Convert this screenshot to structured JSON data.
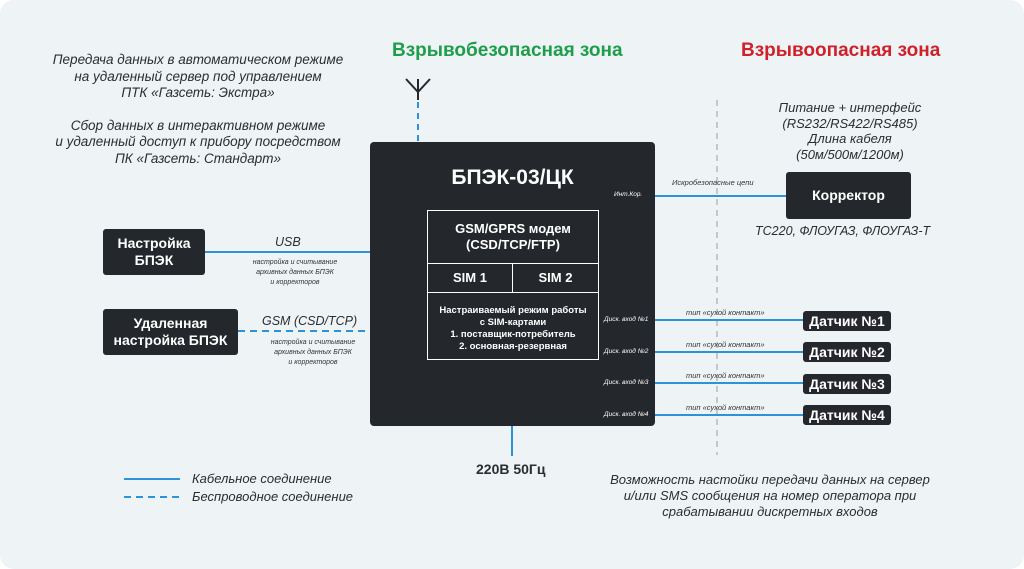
{
  "colors": {
    "safe_zone": "#1e9e4a",
    "hazard_zone": "#d0212a",
    "line": "#2b93d6",
    "box": "#24272c",
    "divider": "#c4c8cc"
  },
  "top_left_text": {
    "lines": [
      "Передача данных в автоматическом режиме",
      "на удаленный сервер под управлением",
      "ПТК «Газсеть: Экстра»",
      "",
      "Сбор данных в интерактивном режиме",
      "и удаленный доступ к прибору посредством",
      "ПК «Газсеть: Стандарт»"
    ]
  },
  "zones": {
    "safe": "Взрывобезопасная зона",
    "hazard": "Взрывоопасная зона"
  },
  "main_unit": {
    "title": "БПЭК-03/ЦК",
    "modem": {
      "title_line1": "GSM/GPRS модем",
      "title_line2": "(CSD/TCP/FTP)",
      "sim1": "SIM 1",
      "sim2": "SIM 2"
    },
    "mode_lines": [
      "Настраиваемый режим работы",
      "с SIM-картами",
      "1. поставщик-потребитель",
      "2. основная-резервная"
    ],
    "port_int_kor": "Инт.Кор.",
    "inputs": [
      "Диск. вход №1",
      "Диск. вход №2",
      "Диск. вход №3",
      "Диск. вход №4"
    ],
    "power": "220В 50Гц"
  },
  "left_boxes": {
    "setup": {
      "line1": "Настройка",
      "line2": "БПЭК",
      "link": "USB",
      "desc": [
        "настройка и считывание",
        "архивных данных БПЭК",
        "и корректоров"
      ]
    },
    "remote": {
      "line1": "Удаленная",
      "line2": "настройка БПЭК",
      "link": "GSM (CSD/TCP)",
      "desc": [
        "настройка и считывание",
        "архивных данных БПЭК",
        "и корректоров"
      ]
    }
  },
  "corrector": {
    "label": "Корректор",
    "link": "Искробезопасные цепи",
    "top_lines": [
      "Питание + интерфейс",
      "(RS232/RS422/RS485)",
      "Длина кабеля",
      "(50м/500м/1200м)"
    ],
    "models": "ТС220, ФЛОУГАЗ, ФЛОУГАЗ-Т"
  },
  "sensors": {
    "link_label": "тип «сухой контакт»",
    "items": [
      "Датчик №1",
      "Датчик №2",
      "Датчик №3",
      "Датчик №4"
    ]
  },
  "legend": {
    "cable": "Кабельное соединение",
    "wireless": "Беспроводное соединение"
  },
  "bottom_right_text": [
    "Возможность настойки передачи данных на сервер",
    "и/или SMS сообщения на номер оператора при",
    "срабатывании дискретных входов"
  ]
}
